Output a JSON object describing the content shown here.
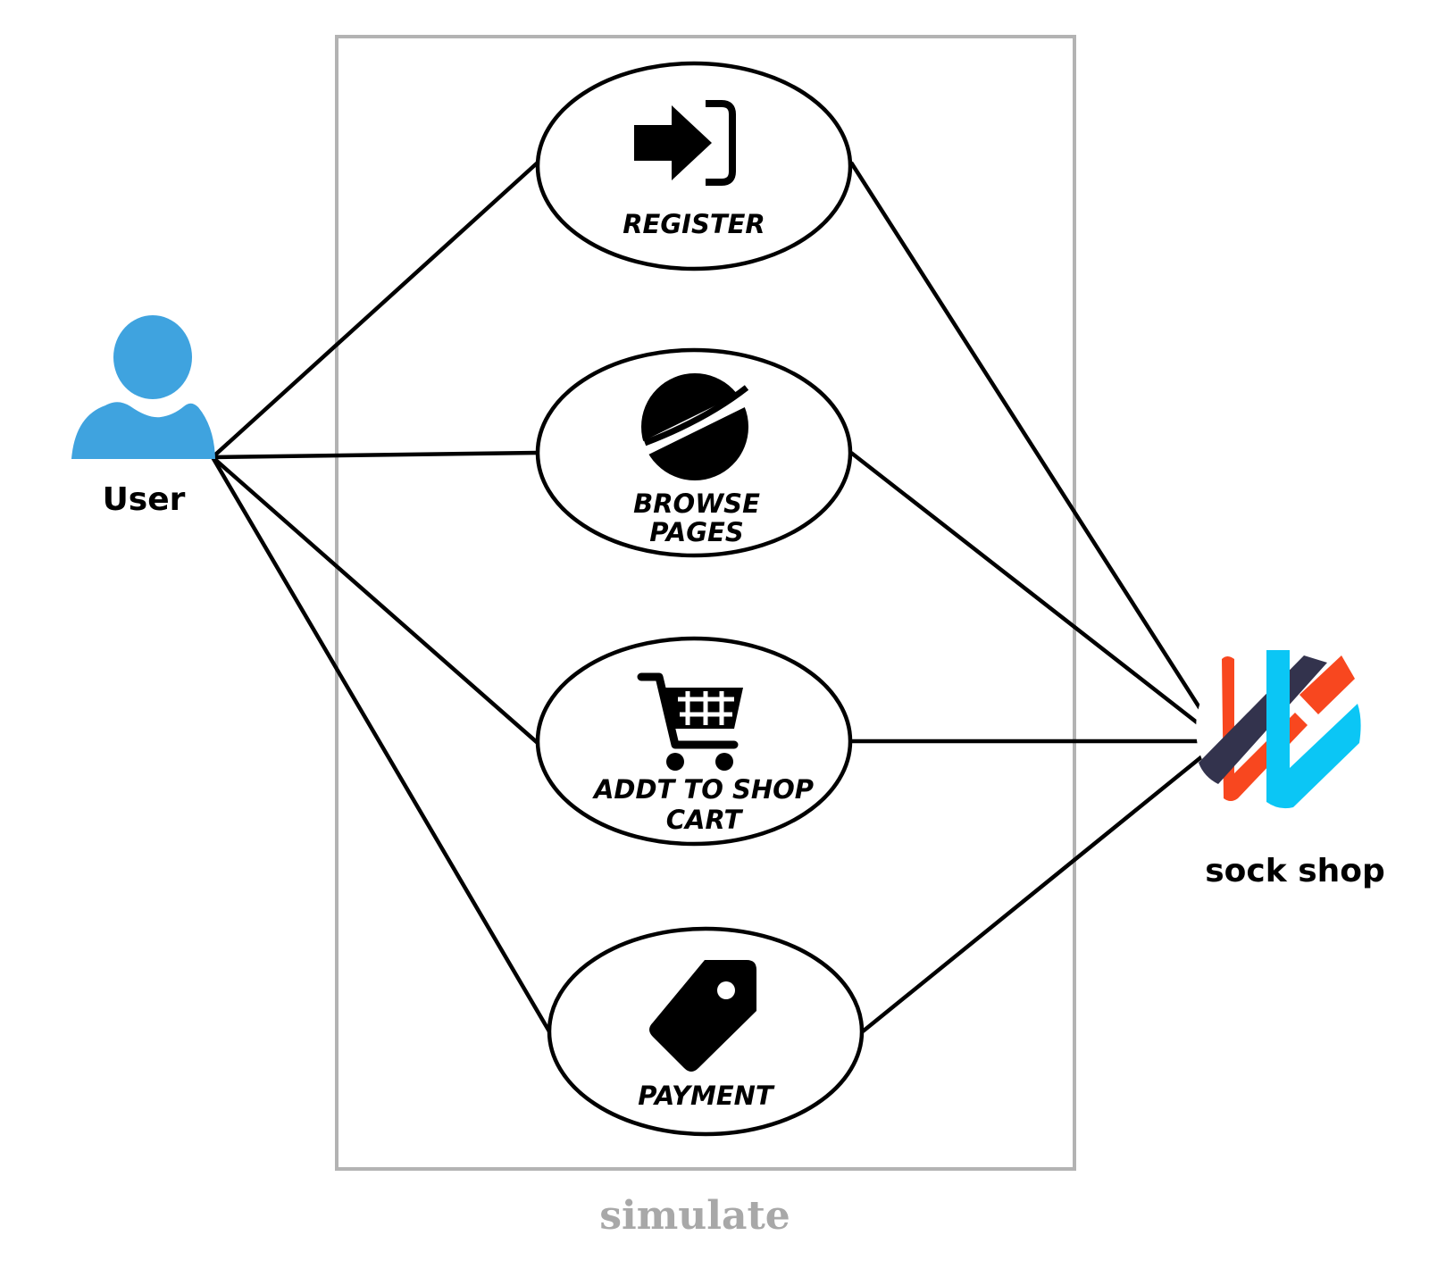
{
  "boundary": {
    "label": "simulate",
    "border_color": "#B3B3B3",
    "label_color": "#A8A8A8"
  },
  "actors": {
    "user": {
      "label": "User",
      "icon": "user-icon",
      "color": "#3FA3DF"
    },
    "sock_shop": {
      "label": "sock shop",
      "icon": "sock-shop-logo",
      "colors": {
        "orange": "#F8471F",
        "navy": "#33334D",
        "cyan": "#0BC6F5"
      }
    }
  },
  "use_cases": [
    {
      "id": "register",
      "icon": "login-arrow-icon",
      "lines": [
        "REGISTER"
      ]
    },
    {
      "id": "browse",
      "icon": "browser-globe-icon",
      "lines": [
        "BROWSE",
        "PAGES"
      ]
    },
    {
      "id": "cart",
      "icon": "shopping-cart-icon",
      "lines": [
        "ADDT TO SHOP",
        "CART"
      ]
    },
    {
      "id": "payment",
      "icon": "price-tag-icon",
      "lines": [
        "PAYMENT"
      ]
    }
  ]
}
